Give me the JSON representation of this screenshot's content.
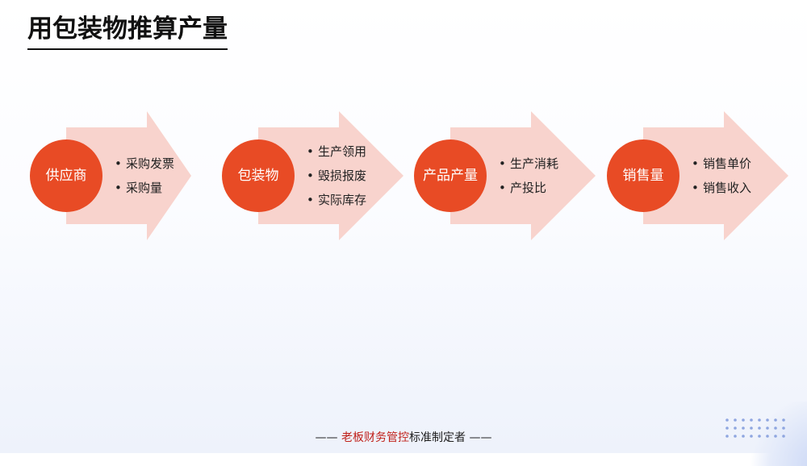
{
  "title": "用包装物推算产量",
  "colors": {
    "circle": "#e84b25",
    "arrow": "#f8d3cd",
    "footer_accent": "#c0221b"
  },
  "stages": [
    {
      "label": "供应商",
      "items": [
        "采购发票",
        "采购量"
      ]
    },
    {
      "label": "包装物",
      "items": [
        "生产领用",
        "毁损报废",
        "实际库存"
      ]
    },
    {
      "label": "产品产量",
      "items": [
        "生产消耗",
        "产投比"
      ]
    },
    {
      "label": "销售量",
      "items": [
        "销售单价",
        "销售收入"
      ]
    }
  ],
  "footer": {
    "left_dash": "—— ",
    "accent": "老板财务管控",
    "text": "标准制定者",
    "right_dash": " ——"
  }
}
